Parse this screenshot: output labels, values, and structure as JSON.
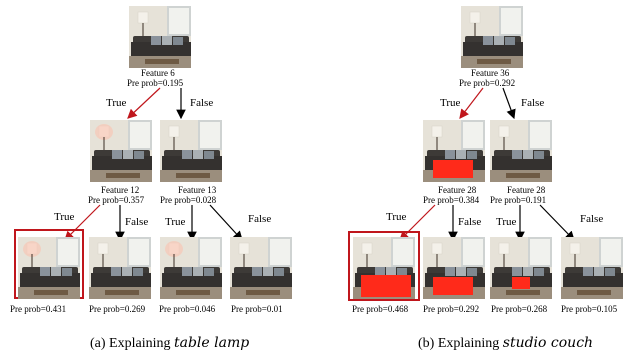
{
  "panel_a": {
    "caption_prefix": "(a) Explaining",
    "caption_term": "table lamp",
    "root": {
      "feature": "Feature 6",
      "prob": "Pre prob=0.195"
    },
    "left": {
      "feature": "Feature 12",
      "prob": "Pre prob=0.357"
    },
    "right": {
      "feature": "Feature 13",
      "prob": "Pre prob=0.028"
    },
    "leaves": [
      "Pre prob=0.431",
      "Pre prob=0.269",
      "Pre prob=0.046",
      "Pre prob=0.01"
    ],
    "edges": {
      "root_true": "True",
      "root_false": "False",
      "l_true": "True",
      "l_false": "False",
      "r_true": "True",
      "r_false": "False"
    }
  },
  "panel_b": {
    "caption_prefix": "(b) Explaining",
    "caption_term": "studio couch",
    "root": {
      "feature": "Feature 36",
      "prob": "Pre prob=0.292"
    },
    "left": {
      "feature": "Feature 28",
      "prob": "Pre prob=0.384"
    },
    "right": {
      "feature": "Feature 28",
      "prob": "Pre prob=0.191"
    },
    "leaves": [
      "Pre prob=0.468",
      "Pre prob=0.292",
      "Pre prob=0.268",
      "Pre prob=0.105"
    ],
    "edges": {
      "root_true": "True",
      "root_false": "False",
      "l_true": "True",
      "l_false": "False",
      "r_true": "True",
      "r_false": "False"
    }
  },
  "colors": {
    "highlight": "#c0161c",
    "mask": "#ff2a1a",
    "wall": "#e6e2d8",
    "sofa": "#3d3a37"
  }
}
